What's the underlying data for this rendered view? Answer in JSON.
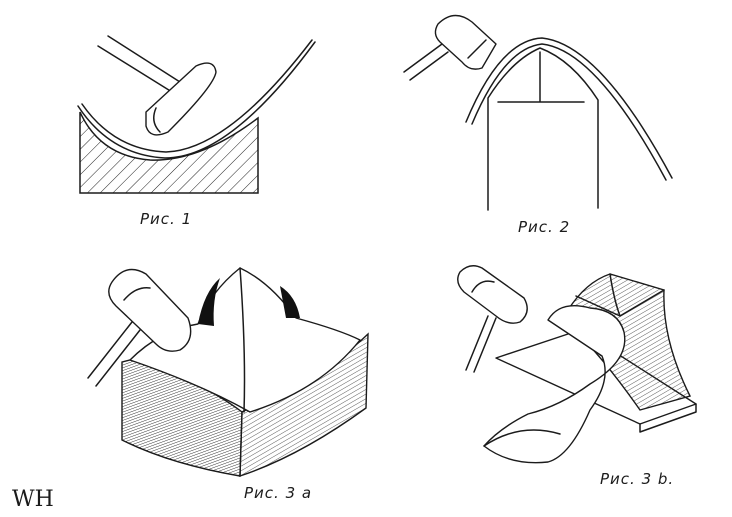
{
  "figures": {
    "fig1": {
      "caption": "Рис. 1"
    },
    "fig2": {
      "caption": "Рис. 2"
    },
    "fig3a": {
      "caption": "Рис. 3 а"
    },
    "fig3b": {
      "caption": "Рис. 3 b."
    }
  },
  "signature": "WH"
}
